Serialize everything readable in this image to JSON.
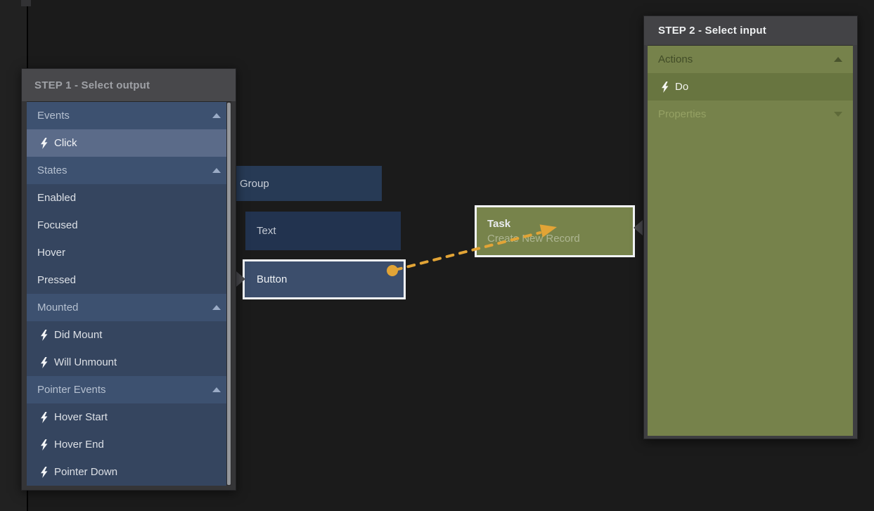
{
  "colors": {
    "accent_orange": "#E2A436",
    "selection_white": "#F3F5F7",
    "canvas_background": "#1B1B1B",
    "panel_blue_row": "#35455F",
    "panel_blue_section": "#3D5170",
    "panel_blue_selected_row": "#5B6B89",
    "node_blue": "#3C4E6C",
    "olive_green": "#76824B",
    "olive_selected_row": "#687540",
    "panel_header_gray": "#47474A"
  },
  "step1_panel": {
    "title": "STEP 1 - Select output",
    "rows": [
      {
        "label": "Events",
        "kind": "section",
        "chevron": "up"
      },
      {
        "label": "Click",
        "kind": "event",
        "icon": "bolt-icon",
        "selected": true
      },
      {
        "label": "States",
        "kind": "section",
        "chevron": "up"
      },
      {
        "label": "Enabled",
        "kind": "state"
      },
      {
        "label": "Focused",
        "kind": "state"
      },
      {
        "label": "Hover",
        "kind": "state"
      },
      {
        "label": "Pressed",
        "kind": "state"
      },
      {
        "label": "Mounted",
        "kind": "section",
        "chevron": "up"
      },
      {
        "label": "Did Mount",
        "kind": "event",
        "icon": "bolt-icon"
      },
      {
        "label": "Will Unmount",
        "kind": "event",
        "icon": "bolt-icon"
      },
      {
        "label": "Pointer Events",
        "kind": "section",
        "chevron": "up"
      },
      {
        "label": "Hover Start",
        "kind": "event",
        "icon": "bolt-icon"
      },
      {
        "label": "Hover End",
        "kind": "event",
        "icon": "bolt-icon"
      },
      {
        "label": "Pointer Down",
        "kind": "event",
        "icon": "bolt-icon"
      }
    ]
  },
  "step2_panel": {
    "title": "STEP 2 - Select input",
    "rows": [
      {
        "label": "Actions",
        "kind": "section",
        "chevron": "up"
      },
      {
        "label": "Do",
        "kind": "action",
        "icon": "bolt-icon",
        "selected": true
      },
      {
        "label": "Properties",
        "kind": "section",
        "chevron": "down",
        "dimmed": true
      }
    ]
  },
  "nodes": {
    "group": {
      "label": "Group"
    },
    "text": {
      "label": "Text"
    },
    "button": {
      "label": "Button",
      "selected": true
    },
    "task": {
      "title": "Task",
      "subtitle": "Create New Record",
      "selected": true
    }
  },
  "connection": {
    "from": "Button",
    "to": "Task",
    "style": "dashed",
    "color": "#E2A436"
  }
}
